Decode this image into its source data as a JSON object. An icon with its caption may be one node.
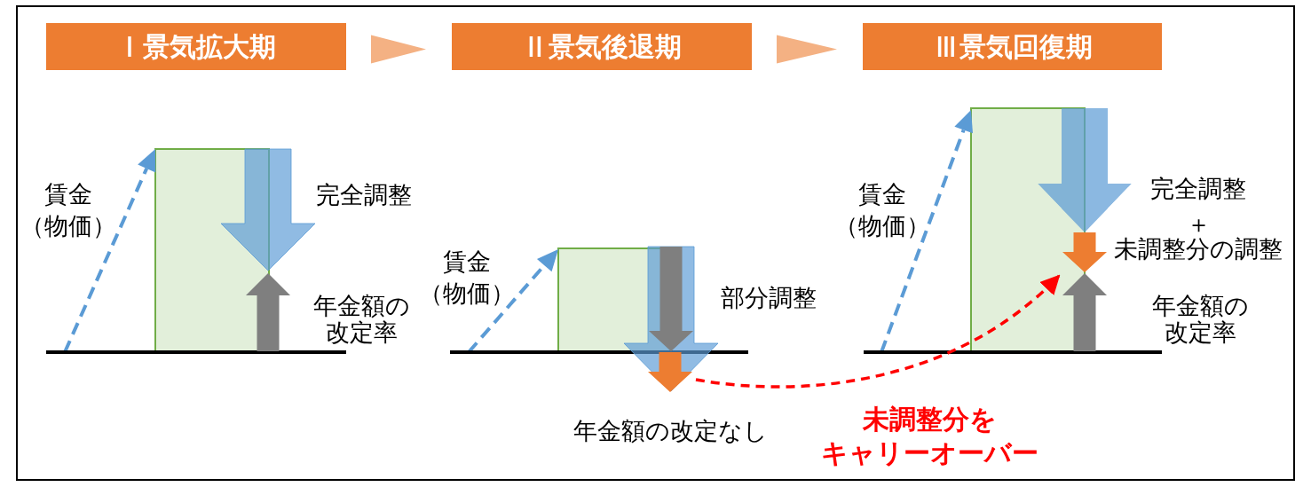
{
  "diagram": {
    "nodes": [
      {
        "text": [
          "Ⅰ景気拡大期"
        ]
      },
      {
        "text": [
          "Ⅱ景気後退期"
        ]
      },
      {
        "text": [
          "Ⅲ景気回復期"
        ]
      },
      {
        "text": [],
        "shape": "arrow"
      },
      {
        "text": [],
        "shape": "arrow"
      }
    ],
    "edges": [
      {
        "from": 0,
        "to": 1,
        "arrow": "to"
      },
      {
        "from": 1,
        "to": 2,
        "arrow": "to"
      },
      {
        "from": 3,
        "to": 4,
        "arrow": "to",
        "style": "dashed",
        "color": "#ff0000"
      },
      {
        "from": null,
        "to": 4,
        "arrow": "to",
        "style": "thick",
        "color": "#5b9bd5"
      }
    ],
    "labels": [
      "賃金（物価）",
      "完全調整",
      "年金額の改定率",
      "賃金（物価）",
      "部分調整",
      "年金額の改定なし",
      "賃金（物価）",
      "完全調整",
      "＋",
      "未調整分の調整",
      "年金額の改定率",
      "未調整分をキャリーオーバー"
    ]
  }
}
